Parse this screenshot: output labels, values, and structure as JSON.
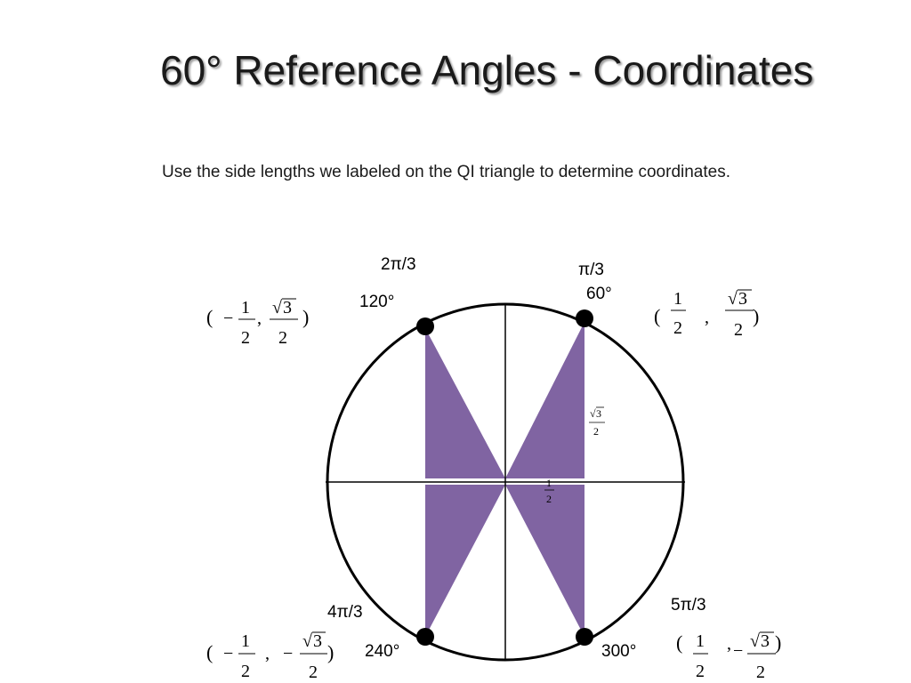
{
  "slide": {
    "title": "60° Reference Angles - Coordinates",
    "subtitle": "Use the side lengths we labeled on the QI triangle to determine coordinates."
  },
  "colors": {
    "triangle_fill": "#8064a2",
    "stroke": "#000000"
  },
  "angles": {
    "q1": {
      "radian": "π/3",
      "degree": "60°"
    },
    "q2": {
      "radian": "2π/3",
      "degree": "120°"
    },
    "q3": {
      "radian": "4π/3",
      "degree": "240°"
    },
    "q4": {
      "radian": "5π/3",
      "degree": "300°"
    }
  },
  "coordinates": {
    "q1": {
      "open": "(",
      "x_sign": "",
      "x_num": "1",
      "x_den": "2",
      "comma": ",",
      "y_sign": "",
      "y_num": "3",
      "y_den": "2",
      "close": ")"
    },
    "q2": {
      "open": "(",
      "x_sign": "−",
      "x_num": "1",
      "x_den": "2",
      "comma": ",",
      "y_sign": "",
      "y_num": "3",
      "y_den": "2",
      "close": ")"
    },
    "q3": {
      "open": "(",
      "x_sign": "−",
      "x_num": "1",
      "x_den": "2",
      "comma": ",",
      "y_sign": "−",
      "y_num": "3",
      "y_den": "2",
      "close": ")"
    },
    "q4": {
      "open": "(",
      "x_sign": "",
      "x_num": "1",
      "x_den": "2",
      "comma": ",",
      "y_sign": "−",
      "y_num": "3",
      "y_den": "2",
      "close": ")"
    }
  },
  "side_labels": {
    "vertical": {
      "num": "3",
      "den": "2"
    },
    "horizontal": {
      "num": "1",
      "den": "2"
    }
  }
}
